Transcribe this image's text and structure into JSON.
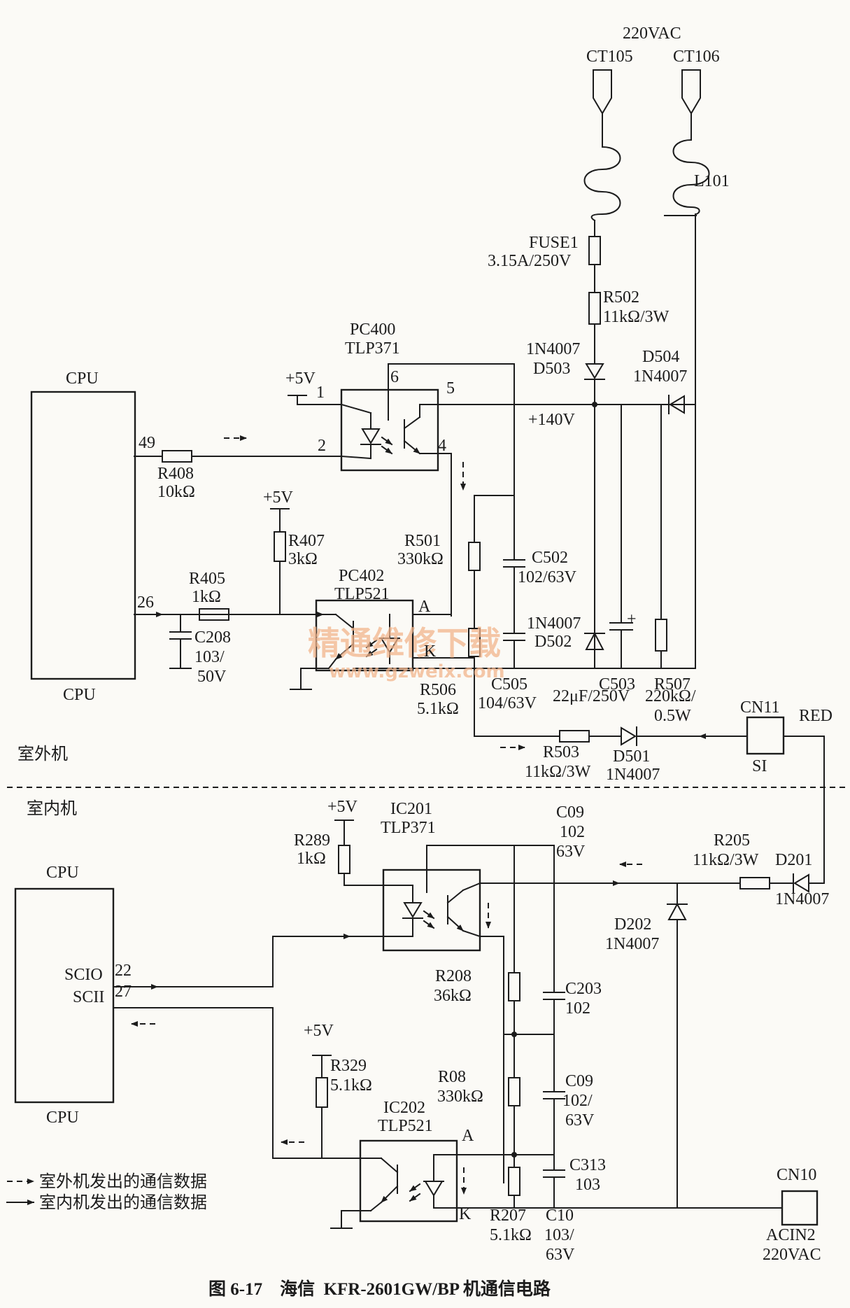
{
  "labels": {
    "ac": "220VAC",
    "ct105": "CT105",
    "ct106": "CT106",
    "l101": "L101",
    "fuse_name": "FUSE1",
    "fuse_val": "3.15A/250V",
    "r502_name": "R502",
    "r502_val": "11kΩ/3W",
    "d503_type": "1N4007",
    "d503_name": "D503",
    "d504_name": "D504",
    "d504_type": "1N4007",
    "v140": "+140V",
    "pc400_name": "PC400",
    "pc400_type": "TLP371",
    "cpu_out_top": "CPU",
    "cpu_out_bottom": "CPU",
    "pin49": "49",
    "pin26": "26",
    "r408_name": "R408",
    "r408_val": "10kΩ",
    "plus5_a": "+5V",
    "plus5_b": "+5V",
    "pc400_p1": "1",
    "pc400_p2": "2",
    "pc400_p4": "4",
    "pc400_p5": "5",
    "pc400_p6": "6",
    "r407_name": "R407",
    "r407_val": "3kΩ",
    "r501_name": "R501",
    "r501_val": "330kΩ",
    "c502_name": "C502",
    "c502_val": "102/63V",
    "pc402_name": "PC402",
    "pc402_type": "TLP521",
    "pin_a1": "A",
    "pin_k1": "K",
    "r405_name": "R405",
    "r405_val": "1kΩ",
    "c208_name": "C208",
    "c208_v1": "103/",
    "c208_v2": "50V",
    "d502_type": "1N4007",
    "d502_name": "D502",
    "r506_name": "R506",
    "r506_val": "5.1kΩ",
    "c505_name": "C505",
    "c505_val": "104/63V",
    "c503_name": "C503",
    "c503_val": "22μF/250V",
    "r507_name": "R507",
    "r507_v1": "220kΩ/",
    "r507_v2": "0.5W",
    "plus_sign": "+",
    "cn11": "CN11",
    "red": "RED",
    "si": "SI",
    "r503_name": "R503",
    "r503_val": "11kΩ/3W",
    "d501_name": "D501",
    "d501_type": "1N4007",
    "outdoor": "室外机",
    "indoor": "室内机",
    "plus5_c": "+5V",
    "ic201_name": "IC201",
    "ic201_type": "TLP371",
    "c09a_name": "C09",
    "c09a_v1": "102",
    "c09a_v2": "63V",
    "r289_name": "R289",
    "r289_val": "1kΩ",
    "r205_name": "R205",
    "r205_val": "11kΩ/3W",
    "d201_name": "D201",
    "d201_type": "1N4007",
    "cpu_in_top": "CPU",
    "cpu_in_bottom": "CPU",
    "scio": "SCIO",
    "scii": "SCII",
    "pin22": "22",
    "pin27": "27",
    "d202_name": "D202",
    "d202_type": "1N4007",
    "r208_name": "R208",
    "r208_val": "36kΩ",
    "c203_name": "C203",
    "c203_val": "102",
    "plus5_d": "+5V",
    "r329_name": "R329",
    "r329_val": "5.1kΩ",
    "r08_name": "R08",
    "r08_val": "330kΩ",
    "c09b_name": "C09",
    "c09b_v1": "102/",
    "c09b_v2": "63V",
    "ic202_name": "IC202",
    "ic202_type": "TLP521",
    "pin_a2": "A",
    "pin_k2": "K",
    "c313_name": "C313",
    "c313_val": "103",
    "cn10": "CN10",
    "acin2": "ACIN2",
    "ac2": "220VAC",
    "r207_name": "R207",
    "r207_val": "5.1kΩ",
    "c10_name": "C10",
    "c10_v1": "103/",
    "c10_v2": "63V",
    "legend_outdoor": "室外机发出的通信数据",
    "legend_indoor": "室内机发出的通信数据",
    "caption": "图 6-17    海信  KFR-2601GW/BP 机通信电路",
    "watermark_cn": "精通维修下载",
    "watermark_url": "www.gzweix.com"
  }
}
